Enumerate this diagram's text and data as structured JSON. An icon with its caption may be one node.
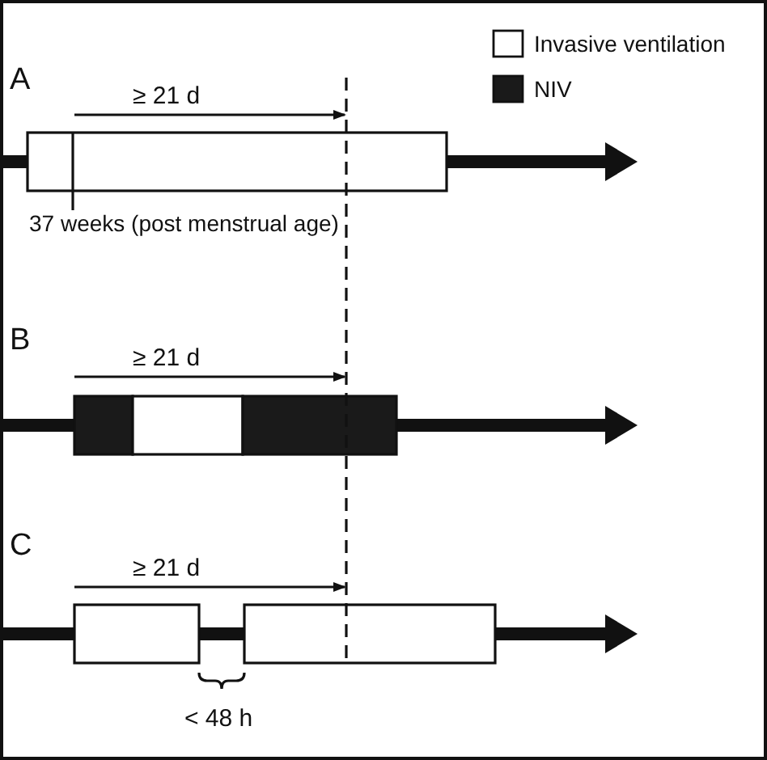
{
  "diagram": {
    "labels": [
      "A",
      "≥ 21 d",
      "37 weeks (post menstrual age)",
      "B",
      "≥ 21 d",
      "C",
      "≥ 21 d",
      "< 48 h"
    ],
    "legend": [
      {
        "text": "Invasive ventilation",
        "color": "#ffffff"
      },
      {
        "text": "NIV",
        "color": "#1a1a1a"
      }
    ]
  }
}
